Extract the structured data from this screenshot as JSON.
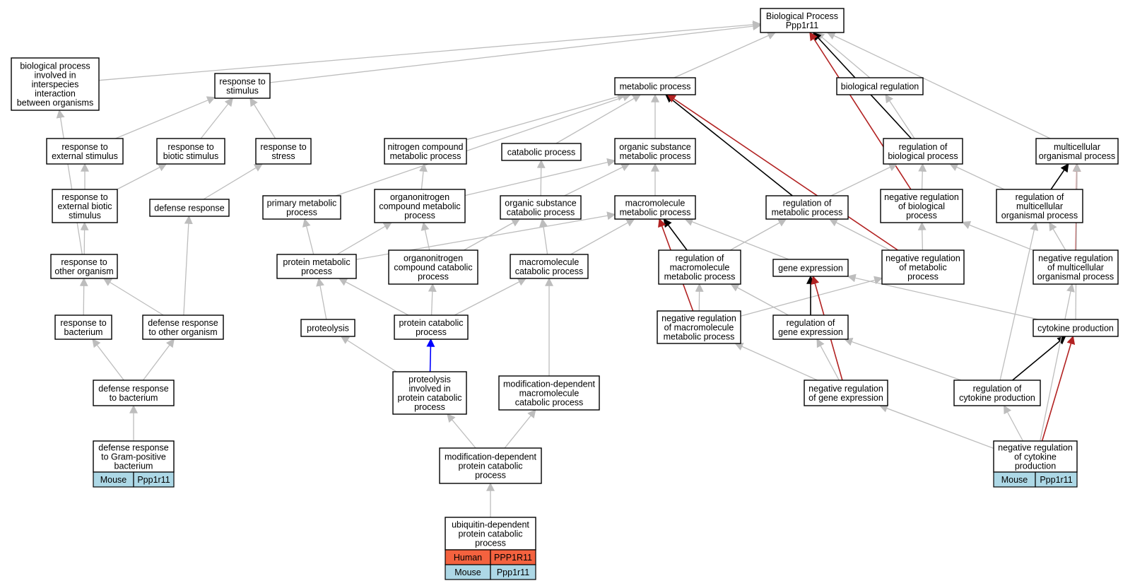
{
  "colors": {
    "is_a": "#bdbdbd",
    "part_of": "#000000",
    "negatively_regulates": "#b22222",
    "positively_regulates": "#0000ff",
    "mouse": "#add8e6",
    "human": "#f4623f"
  },
  "nodes": [
    {
      "id": "root",
      "lines": [
        "Biological Process",
        "Ppp1r11"
      ]
    },
    {
      "id": "bp_interspecies",
      "lines": [
        "biological process",
        "involved in",
        "interspecies",
        "interaction",
        "between organisms"
      ]
    },
    {
      "id": "resp_stimulus",
      "lines": [
        "response to",
        "stimulus"
      ]
    },
    {
      "id": "metabolic",
      "lines": [
        "metabolic process"
      ]
    },
    {
      "id": "bio_reg",
      "lines": [
        "biological regulation"
      ]
    },
    {
      "id": "resp_ext",
      "lines": [
        "response to",
        "external stimulus"
      ]
    },
    {
      "id": "resp_biotic",
      "lines": [
        "response to",
        "biotic stimulus"
      ]
    },
    {
      "id": "resp_stress",
      "lines": [
        "response to",
        "stress"
      ]
    },
    {
      "id": "nitrogen_met",
      "lines": [
        "nitrogen compound",
        "metabolic process"
      ]
    },
    {
      "id": "catabolic",
      "lines": [
        "catabolic process"
      ]
    },
    {
      "id": "org_sub_met",
      "lines": [
        "organic substance",
        "metabolic process"
      ]
    },
    {
      "id": "reg_bio",
      "lines": [
        "regulation of",
        "biological process"
      ]
    },
    {
      "id": "multicell",
      "lines": [
        "multicellular",
        "organismal process"
      ]
    },
    {
      "id": "resp_ext_biotic",
      "lines": [
        "response to",
        "external biotic",
        "stimulus"
      ]
    },
    {
      "id": "defense",
      "lines": [
        "defense response"
      ]
    },
    {
      "id": "primary_met",
      "lines": [
        "primary metabolic",
        "process"
      ]
    },
    {
      "id": "organonitrogen_met",
      "lines": [
        "organonitrogen",
        "compound metabolic",
        "process"
      ]
    },
    {
      "id": "org_sub_cat",
      "lines": [
        "organic substance",
        "catabolic process"
      ]
    },
    {
      "id": "macromol_met",
      "lines": [
        "macromolecule",
        "metabolic process"
      ]
    },
    {
      "id": "reg_met",
      "lines": [
        "regulation of",
        "metabolic process"
      ]
    },
    {
      "id": "neg_reg_bio",
      "lines": [
        "negative regulation",
        "of biological",
        "process"
      ]
    },
    {
      "id": "reg_multicell",
      "lines": [
        "regulation of",
        "multicellular",
        "organismal process"
      ]
    },
    {
      "id": "resp_other_org",
      "lines": [
        "response to",
        "other organism"
      ]
    },
    {
      "id": "protein_met",
      "lines": [
        "protein metabolic",
        "process"
      ]
    },
    {
      "id": "organonitrogen_cat",
      "lines": [
        "organonitrogen",
        "compound catabolic",
        "process"
      ]
    },
    {
      "id": "macromol_cat",
      "lines": [
        "macromolecule",
        "catabolic process"
      ]
    },
    {
      "id": "reg_macromol_met",
      "lines": [
        "regulation of",
        "macromolecule",
        "metabolic process"
      ]
    },
    {
      "id": "gene_expr",
      "lines": [
        "gene expression"
      ]
    },
    {
      "id": "neg_reg_met",
      "lines": [
        "negative regulation",
        "of metabolic",
        "process"
      ]
    },
    {
      "id": "neg_reg_multicell",
      "lines": [
        "negative regulation",
        "of multicellular",
        "organismal process"
      ]
    },
    {
      "id": "resp_bacterium",
      "lines": [
        "response to",
        "bacterium"
      ]
    },
    {
      "id": "defense_other",
      "lines": [
        "defense response",
        "to other organism"
      ]
    },
    {
      "id": "proteolysis",
      "lines": [
        "proteolysis"
      ]
    },
    {
      "id": "protein_cat",
      "lines": [
        "protein catabolic",
        "process"
      ]
    },
    {
      "id": "neg_reg_macromol",
      "lines": [
        "negative regulation",
        "of macromolecule",
        "metabolic process"
      ]
    },
    {
      "id": "reg_gene_expr",
      "lines": [
        "regulation of",
        "gene expression"
      ]
    },
    {
      "id": "cytokine_prod",
      "lines": [
        "cytokine production"
      ]
    },
    {
      "id": "defense_bacterium",
      "lines": [
        "defense response",
        "to bacterium"
      ]
    },
    {
      "id": "proteolysis_cat",
      "lines": [
        "proteolysis",
        "involved in",
        "protein catabolic",
        "process"
      ]
    },
    {
      "id": "mod_dep_macromol_cat",
      "lines": [
        "modification-dependent",
        "macromolecule",
        "catabolic process"
      ]
    },
    {
      "id": "neg_reg_gene_expr",
      "lines": [
        "negative regulation",
        "of gene expression"
      ]
    },
    {
      "id": "reg_cytokine",
      "lines": [
        "regulation of",
        "cytokine production"
      ]
    },
    {
      "id": "defense_gram",
      "lines": [
        "defense response",
        "to Gram-positive",
        "bacterium"
      ],
      "tags": [
        {
          "species": "Mouse",
          "gene": "Ppp1r11",
          "color": "mouse"
        }
      ]
    },
    {
      "id": "mod_dep_protein_cat",
      "lines": [
        "modification-dependent",
        "protein catabolic",
        "process"
      ]
    },
    {
      "id": "neg_reg_cytokine",
      "lines": [
        "negative regulation",
        "of cytokine",
        "production"
      ],
      "tags": [
        {
          "species": "Mouse",
          "gene": "Ppp1r11",
          "color": "mouse"
        }
      ]
    },
    {
      "id": "ubiquitin",
      "lines": [
        "ubiquitin-dependent",
        "protein catabolic",
        "process"
      ],
      "tags": [
        {
          "species": "Human",
          "gene": "PPP1R11",
          "color": "human"
        },
        {
          "species": "Mouse",
          "gene": "Ppp1r11",
          "color": "mouse"
        }
      ]
    }
  ],
  "edges": [
    {
      "from": "bp_interspecies",
      "to": "root",
      "type": "is_a"
    },
    {
      "from": "resp_stimulus",
      "to": "root",
      "type": "is_a"
    },
    {
      "from": "metabolic",
      "to": "root",
      "type": "is_a"
    },
    {
      "from": "bio_reg",
      "to": "root",
      "type": "is_a"
    },
    {
      "from": "reg_bio",
      "to": "root",
      "type": "part_of"
    },
    {
      "from": "neg_reg_bio",
      "to": "root",
      "type": "negatively_regulates"
    },
    {
      "from": "multicell",
      "to": "root",
      "type": "is_a"
    },
    {
      "from": "resp_ext",
      "to": "resp_stimulus",
      "type": "is_a"
    },
    {
      "from": "resp_biotic",
      "to": "resp_stimulus",
      "type": "is_a"
    },
    {
      "from": "resp_stress",
      "to": "resp_stimulus",
      "type": "is_a"
    },
    {
      "from": "nitrogen_met",
      "to": "metabolic",
      "type": "is_a"
    },
    {
      "from": "catabolic",
      "to": "metabolic",
      "type": "is_a"
    },
    {
      "from": "org_sub_met",
      "to": "metabolic",
      "type": "is_a"
    },
    {
      "from": "primary_met",
      "to": "metabolic",
      "type": "is_a"
    },
    {
      "from": "reg_met",
      "to": "metabolic",
      "type": "part_of"
    },
    {
      "from": "neg_reg_met",
      "to": "metabolic",
      "type": "negatively_regulates"
    },
    {
      "from": "reg_bio",
      "to": "bio_reg",
      "type": "is_a"
    },
    {
      "from": "reg_met",
      "to": "reg_bio",
      "type": "is_a"
    },
    {
      "from": "neg_reg_bio",
      "to": "reg_bio",
      "type": "is_a"
    },
    {
      "from": "reg_multicell",
      "to": "reg_bio",
      "type": "is_a"
    },
    {
      "from": "reg_multicell",
      "to": "multicell",
      "type": "part_of"
    },
    {
      "from": "neg_reg_multicell",
      "to": "multicell",
      "type": "negatively_regulates"
    },
    {
      "from": "cytokine_prod",
      "to": "multicell",
      "type": "is_a"
    },
    {
      "from": "resp_ext_biotic",
      "to": "resp_ext",
      "type": "is_a"
    },
    {
      "from": "resp_ext_biotic",
      "to": "resp_biotic",
      "type": "is_a"
    },
    {
      "from": "defense",
      "to": "resp_stress",
      "type": "is_a"
    },
    {
      "from": "organonitrogen_met",
      "to": "nitrogen_met",
      "type": "is_a"
    },
    {
      "from": "organonitrogen_met",
      "to": "org_sub_met",
      "type": "is_a"
    },
    {
      "from": "org_sub_cat",
      "to": "catabolic",
      "type": "is_a"
    },
    {
      "from": "org_sub_cat",
      "to": "org_sub_met",
      "type": "is_a"
    },
    {
      "from": "macromol_met",
      "to": "org_sub_met",
      "type": "is_a"
    },
    {
      "from": "resp_other_org",
      "to": "resp_ext_biotic",
      "type": "is_a"
    },
    {
      "from": "resp_other_org",
      "to": "bp_interspecies",
      "type": "is_a"
    },
    {
      "from": "defense_other",
      "to": "defense",
      "type": "is_a"
    },
    {
      "from": "defense_other",
      "to": "resp_other_org",
      "type": "is_a"
    },
    {
      "from": "protein_met",
      "to": "primary_met",
      "type": "is_a"
    },
    {
      "from": "protein_met",
      "to": "organonitrogen_met",
      "type": "is_a"
    },
    {
      "from": "protein_met",
      "to": "macromol_met",
      "type": "is_a"
    },
    {
      "from": "organonitrogen_cat",
      "to": "organonitrogen_met",
      "type": "is_a"
    },
    {
      "from": "organonitrogen_cat",
      "to": "org_sub_cat",
      "type": "is_a"
    },
    {
      "from": "macromol_cat",
      "to": "org_sub_cat",
      "type": "is_a"
    },
    {
      "from": "macromol_cat",
      "to": "macromol_met",
      "type": "is_a"
    },
    {
      "from": "reg_macromol_met",
      "to": "macromol_met",
      "type": "part_of"
    },
    {
      "from": "reg_macromol_met",
      "to": "reg_met",
      "type": "is_a"
    },
    {
      "from": "gene_expr",
      "to": "macromol_met",
      "type": "is_a"
    },
    {
      "from": "neg_reg_met",
      "to": "reg_met",
      "type": "is_a"
    },
    {
      "from": "neg_reg_met",
      "to": "neg_reg_bio",
      "type": "is_a"
    },
    {
      "from": "neg_reg_multicell",
      "to": "reg_multicell",
      "type": "is_a"
    },
    {
      "from": "neg_reg_multicell",
      "to": "neg_reg_bio",
      "type": "is_a"
    },
    {
      "from": "resp_bacterium",
      "to": "resp_other_org",
      "type": "is_a"
    },
    {
      "from": "proteolysis",
      "to": "protein_met",
      "type": "is_a"
    },
    {
      "from": "protein_cat",
      "to": "protein_met",
      "type": "is_a"
    },
    {
      "from": "protein_cat",
      "to": "organonitrogen_cat",
      "type": "is_a"
    },
    {
      "from": "protein_cat",
      "to": "macromol_cat",
      "type": "is_a"
    },
    {
      "from": "neg_reg_macromol",
      "to": "macromol_met",
      "type": "negatively_regulates"
    },
    {
      "from": "neg_reg_macromol",
      "to": "reg_macromol_met",
      "type": "is_a"
    },
    {
      "from": "neg_reg_macromol",
      "to": "neg_reg_met",
      "type": "is_a"
    },
    {
      "from": "reg_gene_expr",
      "to": "gene_expr",
      "type": "part_of"
    },
    {
      "from": "reg_gene_expr",
      "to": "reg_macromol_met",
      "type": "is_a"
    },
    {
      "from": "cytokine_prod",
      "to": "gene_expr",
      "type": "is_a"
    },
    {
      "from": "defense_bacterium",
      "to": "resp_bacterium",
      "type": "is_a"
    },
    {
      "from": "defense_bacterium",
      "to": "defense_other",
      "type": "is_a"
    },
    {
      "from": "proteolysis_cat",
      "to": "proteolysis",
      "type": "is_a"
    },
    {
      "from": "proteolysis_cat",
      "to": "protein_cat",
      "type": "positively_regulates"
    },
    {
      "from": "mod_dep_macromol_cat",
      "to": "macromol_cat",
      "type": "is_a"
    },
    {
      "from": "neg_reg_gene_expr",
      "to": "gene_expr",
      "type": "negatively_regulates"
    },
    {
      "from": "neg_reg_gene_expr",
      "to": "reg_gene_expr",
      "type": "is_a"
    },
    {
      "from": "neg_reg_gene_expr",
      "to": "neg_reg_macromol",
      "type": "is_a"
    },
    {
      "from": "reg_cytokine",
      "to": "cytokine_prod",
      "type": "part_of"
    },
    {
      "from": "reg_cytokine",
      "to": "reg_gene_expr",
      "type": "is_a"
    },
    {
      "from": "reg_cytokine",
      "to": "reg_multicell",
      "type": "is_a"
    },
    {
      "from": "defense_gram",
      "to": "defense_bacterium",
      "type": "is_a"
    },
    {
      "from": "mod_dep_protein_cat",
      "to": "proteolysis_cat",
      "type": "is_a"
    },
    {
      "from": "mod_dep_protein_cat",
      "to": "mod_dep_macromol_cat",
      "type": "is_a"
    },
    {
      "from": "neg_reg_cytokine",
      "to": "reg_cytokine",
      "type": "is_a"
    },
    {
      "from": "neg_reg_cytokine",
      "to": "cytokine_prod",
      "type": "negatively_regulates"
    },
    {
      "from": "neg_reg_cytokine",
      "to": "neg_reg_gene_expr",
      "type": "is_a"
    },
    {
      "from": "neg_reg_cytokine",
      "to": "neg_reg_multicell",
      "type": "is_a"
    },
    {
      "from": "ubiquitin",
      "to": "mod_dep_protein_cat",
      "type": "is_a"
    }
  ]
}
